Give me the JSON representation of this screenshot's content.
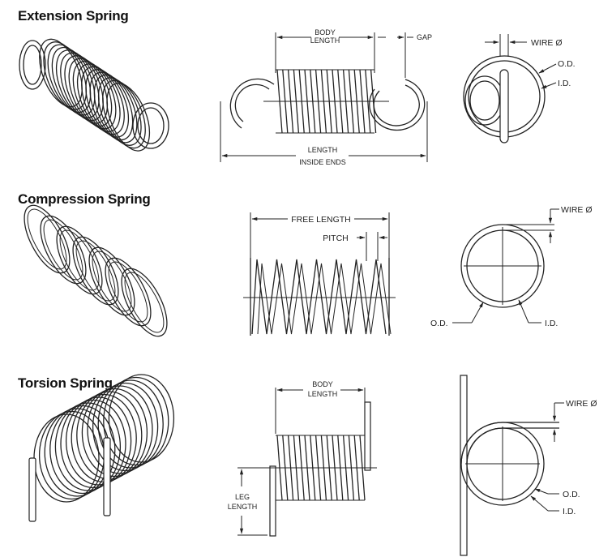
{
  "sections": [
    {
      "title": "Extension Spring",
      "labels": {
        "body_length": [
          "BODY",
          "LENGTH"
        ],
        "gap": "GAP",
        "length": [
          "LENGTH",
          "INSIDE ENDS"
        ],
        "wire": "WIRE Ø",
        "od": "O.D.",
        "id": "I.D."
      }
    },
    {
      "title": "Compression Spring",
      "labels": {
        "free_length": "FREE LENGTH",
        "pitch": "PITCH",
        "wire": "WIRE Ø",
        "od": "O.D.",
        "id": "I.D."
      }
    },
    {
      "title": "Torsion Spring",
      "labels": {
        "body_length": [
          "BODY",
          "LENGTH"
        ],
        "leg_length": [
          "LEG",
          "LENGTH"
        ],
        "wire": "WIRE Ø",
        "od": "O.D.",
        "id": "I.D."
      }
    }
  ]
}
